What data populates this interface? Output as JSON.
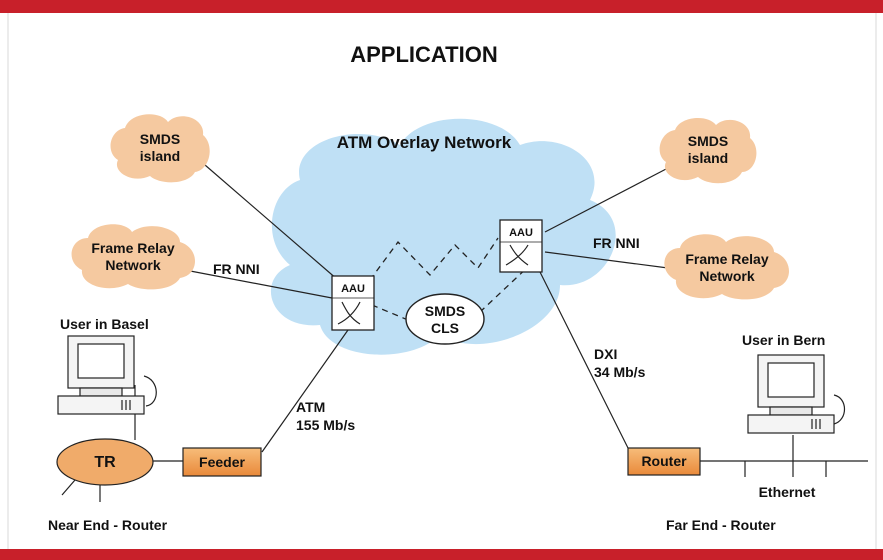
{
  "title": "APPLICATION",
  "overlay_label": "ATM Overlay Network",
  "clouds": {
    "smds_left": [
      "SMDS",
      "island"
    ],
    "smds_right": [
      "SMDS",
      "island"
    ],
    "fr_left": [
      "Frame Relay",
      "Network"
    ],
    "fr_right": [
      "Frame Relay",
      "Network"
    ]
  },
  "nodes": {
    "aau_left": "AAU",
    "aau_right": "AAU",
    "smds_cls": [
      "SMDS",
      "CLS"
    ],
    "tr": "TR",
    "feeder": "Feeder",
    "router": "Router"
  },
  "links": {
    "fr_nni_left": "FR NNI",
    "fr_nni_right": "FR NNI",
    "atm": [
      "ATM",
      "155 Mb/s"
    ],
    "dxi": [
      "DXI",
      "34 Mb/s"
    ],
    "ethernet": "Ethernet"
  },
  "users": {
    "basel": "User in Basel",
    "bern": "User in Bern",
    "near": "Near End - Router",
    "far": "Far End - Router"
  },
  "colors": {
    "frame": "#c8202a",
    "cloud_blue": "#bfe0f5",
    "cloud_orange": "#f5c9a0",
    "box_orange": "#f0a050"
  }
}
